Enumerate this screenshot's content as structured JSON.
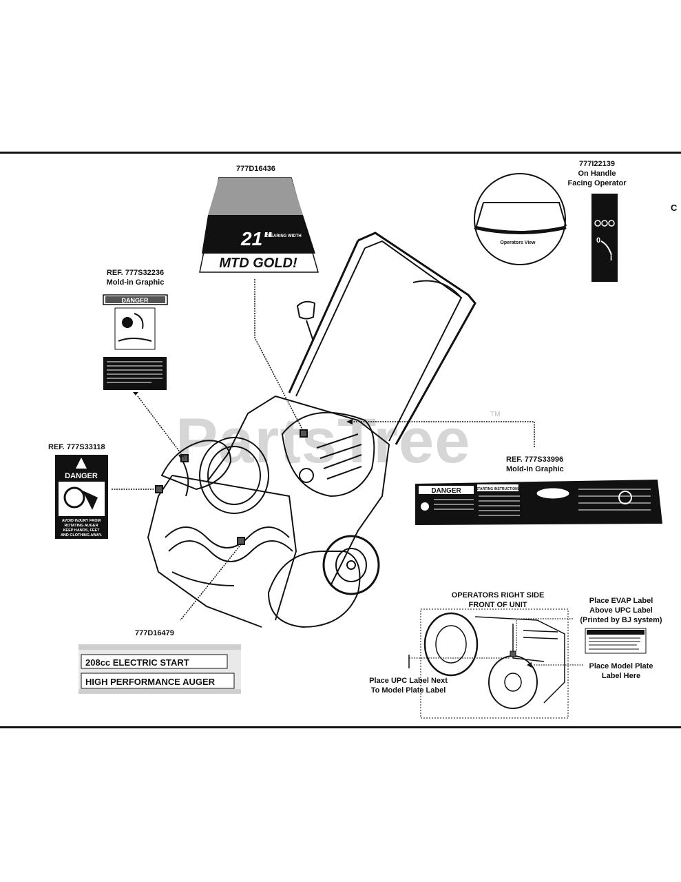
{
  "watermark": {
    "text": "PartsTree",
    "tm": "TM"
  },
  "callouts": {
    "decal_top": "777D16436",
    "handle": [
      "777I22139",
      "On Handle",
      "Facing Operator"
    ],
    "edge_cut": "C",
    "ref_danger_left": [
      "REF. 777S32236",
      "Mold-in Graphic"
    ],
    "ref_side_danger": "REF.  777S33118",
    "ref_panel": [
      "REF. 777S33996",
      "Mold-In Graphic"
    ],
    "chute_decal": "777D16479",
    "operators_side": [
      "OPERATORS RIGHT SIDE",
      "FRONT OF UNIT"
    ],
    "evap_label": [
      "Place EVAP Label",
      "Above UPC Label",
      "(Printed by BJ system)"
    ],
    "upc_label": [
      "Place UPC Label Next",
      "To Model Plate Label"
    ],
    "model_plate": [
      "Place Model Plate",
      "Label Here"
    ]
  },
  "decals": {
    "top": {
      "number": "21\"",
      "sub": "CLEARING WIDTH",
      "brand": "MTD GOLD!"
    },
    "handle_view": "Operators View",
    "danger_small": "DANGER",
    "side_danger": {
      "header": "DANGER",
      "text": [
        "AVOID INJURY FROM",
        "ROTATING AUGER",
        "KEEP HANDS, FEET",
        "AND CLOTHING AWAY."
      ]
    },
    "panel": {
      "danger": "DANGER",
      "starting": "STARTING INSTRUCTIONS"
    },
    "chute": {
      "line1": "208cc ELECTRIC START",
      "line2": "HIGH PERFORMANCE AUGER"
    }
  },
  "colors": {
    "ink": "#111111",
    "watermark": "#d6d6d6"
  }
}
